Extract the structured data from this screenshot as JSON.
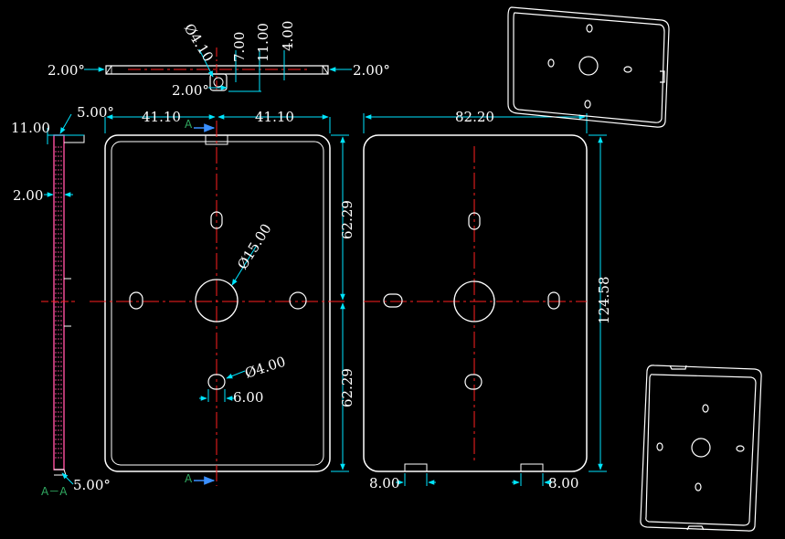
{
  "colors": {
    "background": "#000000",
    "outline": "#ffffff",
    "dimension": "#00e5ff",
    "centerline": "#ff2020",
    "section_hatch": "#ff50a0",
    "section_marker": "#3a8fff",
    "section_label": "#30a860"
  },
  "dimensions": {
    "top_angle_left": "2.00°",
    "top_angle_right": "2.00°",
    "top_angle_inner": "2.00°",
    "top_hole_dia": "Ø4.10",
    "top_7": "7.00",
    "top_11": "11.00",
    "top_4": "4.00",
    "side_11": "11.00",
    "side_angle_top": "5.00°",
    "side_2": "2.00",
    "side_angle_bottom": "5.00°",
    "front_half_left": "41.10",
    "front_half_right": "41.10",
    "front_height_top": "62.29",
    "front_height_bottom": "62.29",
    "front_center_dia": "Ø15.00",
    "front_small_dia": "Ø4.00",
    "front_slot_width": "6.00",
    "back_width": "82.20",
    "back_height": "124.58",
    "back_tab_left": "8.00",
    "back_tab_right": "8.00"
  },
  "section": {
    "marker_top": "A",
    "marker_bottom": "A",
    "label": "A－A"
  },
  "iso_views": [
    {
      "name": "isometric-top-right"
    },
    {
      "name": "isometric-bottom-right"
    }
  ]
}
